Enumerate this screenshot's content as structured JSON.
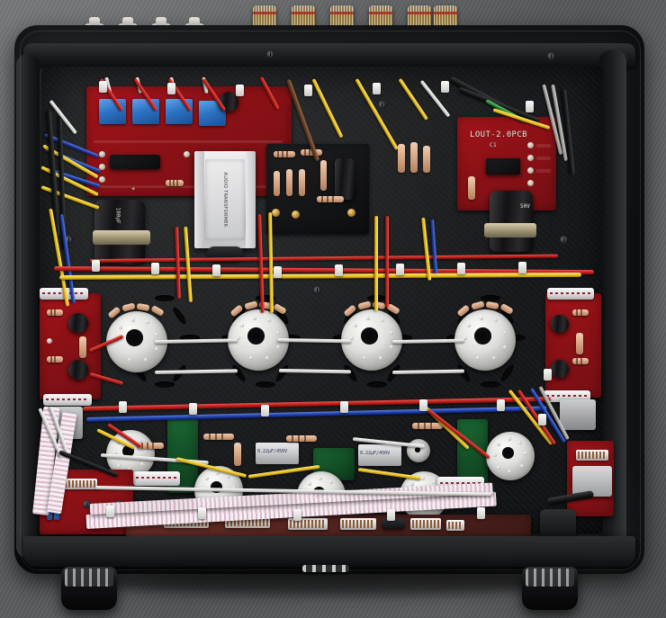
{
  "photo": {
    "subject": "tube-amplifier-internal-chassis",
    "orientation": "top-down chassis view"
  },
  "chassis": {
    "body_color": "#17191b",
    "deck_color": "#1a1c1e",
    "background_color": "#5d5f61"
  },
  "rear_panel": {
    "rca_jacks": [
      {
        "name": "rca-jack-1"
      },
      {
        "name": "rca-jack-2"
      },
      {
        "name": "rca-jack-3"
      },
      {
        "name": "rca-jack-4"
      }
    ],
    "binding_posts": [
      {
        "name": "binding-post-1",
        "color": "#c4a04a"
      },
      {
        "name": "binding-post-2",
        "color": "#c4a04a"
      },
      {
        "name": "binding-post-3",
        "color": "#c4a04a"
      },
      {
        "name": "binding-post-4",
        "color": "#c4a04a"
      },
      {
        "name": "binding-post-5",
        "color": "#c4a04a"
      },
      {
        "name": "binding-post-6",
        "color": "#c4a04a"
      }
    ]
  },
  "boards": {
    "input_relay_board": {
      "name": "input-relay-pcb",
      "color": "#8d1116",
      "relay_count": 4,
      "relay_color": "#2d73c4"
    },
    "output_board": {
      "name": "output-pcb",
      "silkscreen": "LOUT-2.0PCB",
      "sub_silk": "C1",
      "color": "#8d1116"
    },
    "left_driver_board": {
      "name": "left-driver-pcb",
      "color": "#8d1116"
    },
    "right_driver_board": {
      "name": "right-driver-pcb",
      "color": "#8d1116"
    },
    "bias_board_left": {
      "name": "bias-pcb-left",
      "color": "#145127"
    },
    "bias_board_right": {
      "name": "bias-pcb-right",
      "color": "#145127"
    },
    "control_board": {
      "name": "control-pcb",
      "color": "#8d1116"
    },
    "power_entry_board": {
      "name": "power-entry-pcb",
      "color": "#8d1116"
    },
    "terminal_board": {
      "name": "terminal-board",
      "color": "#141516"
    },
    "bottom_bus_board": {
      "name": "bottom-bus-pcb",
      "color": "#5a2a26"
    }
  },
  "components": {
    "power_transformer": {
      "name": "power-transformer",
      "label": "AUDIO TRANSFORMER"
    },
    "filter_caps": [
      {
        "name": "filter-capacitor-left",
        "value": "100µF"
      },
      {
        "name": "filter-capacitor-right",
        "value": "50V"
      }
    ],
    "coupling_caps": [
      {
        "name": "coupling-capacitor-1",
        "value": "0.22µF/450V"
      },
      {
        "name": "coupling-capacitor-2",
        "value": "0.22µF/450V"
      }
    ],
    "tube_sockets": [
      {
        "name": "tube-socket-1",
        "type": "octal"
      },
      {
        "name": "tube-socket-2",
        "type": "octal"
      },
      {
        "name": "tube-socket-3",
        "type": "octal"
      },
      {
        "name": "tube-socket-4",
        "type": "octal"
      },
      {
        "name": "tube-socket-5",
        "type": "noval"
      },
      {
        "name": "tube-socket-6",
        "type": "noval"
      },
      {
        "name": "tube-socket-7",
        "type": "noval"
      },
      {
        "name": "tube-socket-8",
        "type": "noval"
      },
      {
        "name": "tube-socket-9",
        "type": "noval"
      },
      {
        "name": "tube-socket-10",
        "type": "noval"
      }
    ],
    "feet": [
      {
        "name": "chassis-foot-left"
      },
      {
        "name": "chassis-foot-right"
      }
    ]
  },
  "wiring": {
    "colors": {
      "red": "#b61c18",
      "yellow": "#e8bd1c",
      "blue": "#1c3ba8",
      "black": "#141516",
      "white": "#d3d3d0",
      "brown": "#5c3a21",
      "green": "#1f8a32",
      "grey": "#a3a29e"
    },
    "ribbon_cable": {
      "name": "ribbon-cable",
      "color": "#e4cdd9"
    },
    "cable_tie_color": "#e9e9e6"
  }
}
